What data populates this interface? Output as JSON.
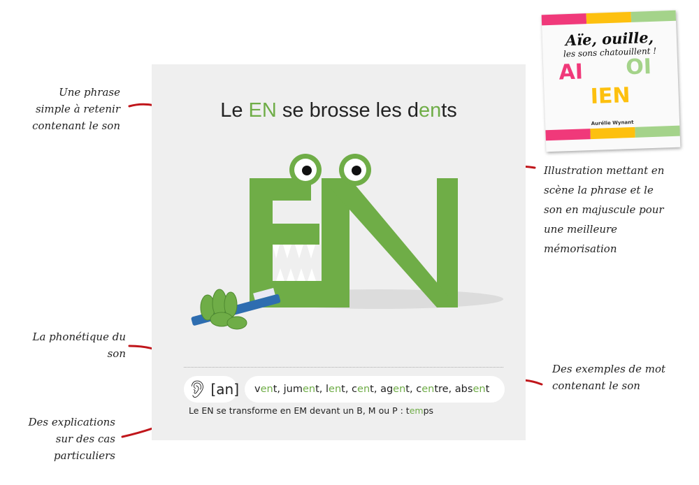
{
  "annotations": {
    "phrase": [
      "Une phrase",
      "simple à retenir",
      "contenant le son"
    ],
    "phonetic": [
      "La phonétique du",
      "son"
    ],
    "explanations": [
      "Des explications",
      "sur des cas",
      "particuliers"
    ],
    "illustration": [
      "Illustration mettant en",
      "scène la phrase et le",
      "son en majuscule pour",
      "une meilleure",
      "mémorisation"
    ],
    "examples": [
      "Des exemples de mot",
      "contenant le son"
    ]
  },
  "page": {
    "title": [
      {
        "t": "Le ",
        "g": false
      },
      {
        "t": "EN",
        "g": true
      },
      {
        "t": " se brosse les d",
        "g": false
      },
      {
        "t": "en",
        "g": true
      },
      {
        "t": "ts",
        "g": false
      }
    ],
    "phonetic": "[an]",
    "examples": [
      {
        "t": "v",
        "g": false
      },
      {
        "t": "en",
        "g": true
      },
      {
        "t": "t, jum",
        "g": false
      },
      {
        "t": "en",
        "g": true
      },
      {
        "t": "t, l",
        "g": false
      },
      {
        "t": "en",
        "g": true
      },
      {
        "t": "t, c",
        "g": false
      },
      {
        "t": "en",
        "g": true
      },
      {
        "t": "t, ag",
        "g": false
      },
      {
        "t": "en",
        "g": true
      },
      {
        "t": "t, c",
        "g": false
      },
      {
        "t": "en",
        "g": true
      },
      {
        "t": "tre, abs",
        "g": false
      },
      {
        "t": "en",
        "g": true
      },
      {
        "t": "t",
        "g": false
      }
    ],
    "explanation": [
      {
        "t": "Le EN se transforme en EM devant un B, M ou P : t",
        "g": false
      },
      {
        "t": "em",
        "g": true
      },
      {
        "t": "ps",
        "g": false
      }
    ]
  },
  "book": {
    "title": "Aïe, ouille,",
    "subtitle": "les sons chatouillent !",
    "letters": [
      "AI",
      "OI",
      "IEN"
    ],
    "author": "Aurélie Wynant"
  },
  "colors": {
    "green": "#6fad47",
    "arrow": "#c0161b",
    "pink": "#f0397a",
    "yellow": "#fdc00f",
    "lightgreen": "#a4d38a",
    "blue": "#2e6db0"
  }
}
